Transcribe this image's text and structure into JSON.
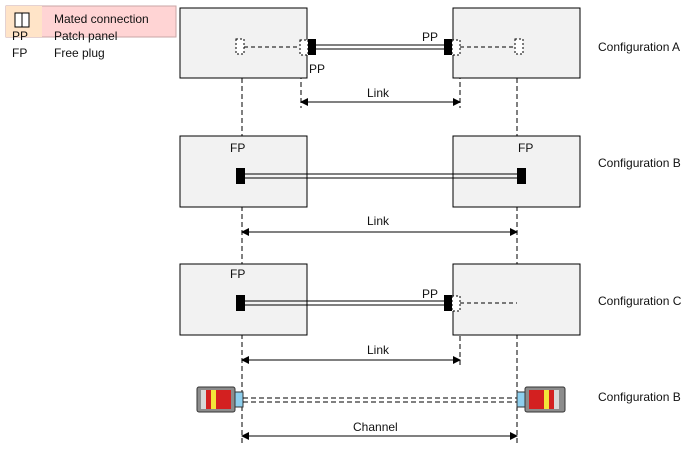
{
  "legend": {
    "items": [
      {
        "symbol": "",
        "symbol_icon": "mated-connection-icon",
        "label": "Mated connection"
      },
      {
        "symbol": "PP",
        "label": "Patch panel"
      },
      {
        "symbol": "FP",
        "label": "Free plug"
      }
    ],
    "background_color": "#ffd4d4",
    "key_background_color": "#ffe4c8"
  },
  "configurations": [
    {
      "label": "Configuration A",
      "left_tag": "PP",
      "right_tag": "PP",
      "measure_label": "Link"
    },
    {
      "label": "Configuration B",
      "left_tag": "FP",
      "right_tag": "FP",
      "measure_label": "Link"
    },
    {
      "label": "Configuration C",
      "left_tag": "FP",
      "right_tag": "PP",
      "measure_label": "Link"
    },
    {
      "label": "Configuration B",
      "measure_label": "Channel"
    }
  ],
  "colors": {
    "box_fill": "#f2f2f2",
    "connector_fill": "#000000",
    "plug_blue": "#8ecfee",
    "plug_red": "#d32020",
    "plug_yellow": "#f3e53a",
    "plug_gray": "#8c8c8c"
  }
}
